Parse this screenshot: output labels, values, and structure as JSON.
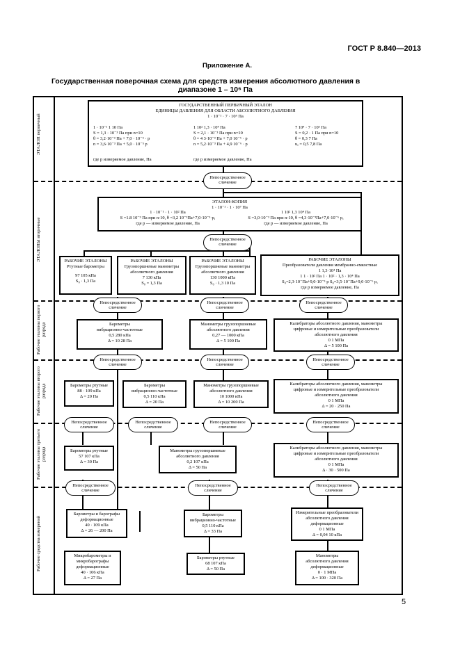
{
  "header": {
    "doc_code": "ГОСТ Р 8.840—2013"
  },
  "appendix": "Приложение А.",
  "title": {
    "line1": "Государственная поверочная схема для средств измерения абсолютного давления в",
    "line2": "диапазоне  1 – 10⁶ Па"
  },
  "side_labels": {
    "primary": "ЭТАЛОН первичный",
    "secondary": "ЭТАЛОНЫ вторичные",
    "rank1": "Рабочие эталоны первого разряда",
    "rank2": "Рабочие эталоны второго разряда",
    "rank3": "Рабочие эталоны третьего разряда",
    "instruments": "Рабочие средства измерений"
  },
  "primary_standard": {
    "title1": "ГОСУДАРСТВЕННЫЙ ПЕРВИЧНЫЙ ЭТАЛОН",
    "title2": "ЕДИНИЦЫ ДАВЛЕНИЯ  ДЛЯ ОБЛАСТИ АБСОЛЮТНОГО  ДАВЛЕНИЯ",
    "range": "1 · 10⁻¹ · 7 · 10⁶ Па",
    "col1": [
      "1 · 10⁻¹  1  10  Па",
      "S = 1,3 · 10⁻³ Па при n=10",
      "θ = 3,2·10⁻³ Па + 7,0 · 10⁻⁵ · p",
      "n = 3,6·10⁻³ Па + 5,0 · 10⁻⁵ p"
    ],
    "col2": [
      "1  10²  1,3 · 10⁴ Па",
      "S = 2,1 · 10⁻³ Па при n=10",
      "θ = 4 3·10⁻³ Па + 7,0  10⁻⁶ · p",
      "n = 5,2·10⁻³ Па + 4,9  10⁻⁶ · p"
    ],
    "col3": [
      "7  10⁴  · 7 · 10⁶ Па",
      "S = 0,2  · 1 Па при n=10",
      "θ = 0,3   7 Па",
      "uₑ = 0,5   7,8 Па"
    ],
    "notes": [
      "где p  измеряемое давление, Па",
      "где p   измеряемое давление, Па"
    ]
  },
  "comparison_label": "Непосредственное сличение",
  "copy_standard": {
    "title": "ЭТАЛОН-КОПИЯ",
    "range": "1 · 10⁻¹ · 1 · 10⁷ Па",
    "left": [
      "1 · 10⁻¹ · 1 · 10² Па",
      "S =1.8 10⁻³ Па при n-10, θ =3,2 10⁻³Па+7,0·10⁻⁵·p,",
      "где p — измеряемое давление, Па"
    ],
    "right": [
      "1  10²  1,3  10⁴ Па",
      "S =3,0·10⁻³ Па при n-10, θ =4,3·10⁻³Па+7,0·10⁻⁶ p,",
      "где p — измеряемое давление, Па"
    ]
  },
  "working_standards": [
    {
      "title": "РАБОЧИЕ ЭТАЛОНЫ",
      "sub": "Ртутные барометры",
      "lines": [
        "97   105  кПа",
        "S₀ · 1,3 Па"
      ]
    },
    {
      "title": "РАБОЧИЕ  ЭТАЛОНЫ",
      "sub": "Грузопоршневые манометры абсолютного давления",
      "lines": [
        "7   130  кПа",
        "S₀ = 1,3 Па"
      ]
    },
    {
      "title": "РАБОЧИЕ ЭТАЛОНЫ",
      "sub": "Грузопоршневые манометры абсолютного давления",
      "lines": [
        "130   1000  кПа",
        "S₀ · 1,3   10  Па"
      ]
    },
    {
      "title": "РАБОЧИЕ  ЭТАЛОНЫ",
      "sub": "Преобразователи давления мембранно-емкостные",
      "lines": [
        "1   1,3·10⁴ Па",
        "1   1 · 10² Па        1 · 10²  · 1,3 · 10⁴ Па",
        "S₀=2,3·10⁻Па+9,0·10⁻⁵ p   S₀=3,5·10⁻Па+9,0·10⁻⁶ p,",
        "где p   измеряемое давление, Па"
      ]
    }
  ],
  "rank1": [
    {
      "lines": [
        "Барометры",
        "вибрационно-частотные",
        "0,5    280  кПа",
        "Δ = 10    28 Па"
      ]
    },
    {
      "lines": [
        "Манометры грузопоршневые",
        "абсолютного давления",
        "0,27  — 1000  кПа",
        "Δ = 5     100 Па"
      ]
    },
    {
      "lines": [
        "Калибраторы абсолютного давления, манометры",
        "цифровые и измерительные преобразователи",
        "абсолютного давления",
        "0    1  МПа",
        "Δ = 5    100 Па"
      ]
    }
  ],
  "rank2": [
    {
      "lines": [
        "Барометры ртутные",
        "88  · 109  кПа",
        "Δ = 20 Па"
      ]
    },
    {
      "lines": [
        "Барометры",
        "вибрационно-частотные",
        "0,5    110  кПа",
        "Δ = 20 Па"
      ]
    },
    {
      "lines": [
        "Манометры грузопоршневые",
        "абсолютного давления",
        "10    1000  кПа",
        "Δ = 10    200 Па"
      ]
    },
    {
      "lines": [
        "Калибраторы абсолютного давления, манометры",
        "цифровые и измерительные преобразователи",
        "абсолютного давления",
        "0    1 МПа",
        "Δ = 20  · 250 Па"
      ]
    }
  ],
  "rank3": [
    {
      "lines": [
        "Барометры ртутные",
        "57    107  кПа",
        "Δ = 30 Па"
      ]
    },
    {
      "lines": [
        "Манометры грузопоршневые",
        "абсолютного давления",
        "0,2    107  кПа",
        "Δ = 50 Па"
      ]
    },
    {
      "lines": [
        "Калибраторы абсолютного давления, манометры",
        "цифровые и измерительные преобразователи",
        "абсолютного давления",
        "0    1  МПа",
        "Δ · 30  · 500 Па"
      ]
    }
  ],
  "instruments_row1": [
    {
      "lines": [
        "Барометры и барографы",
        "деформационные",
        "40  · 109  кПа",
        "Δ = 26 — 200  Па"
      ]
    },
    {
      "lines": [
        "Барометры",
        "вибрационно-частотные",
        "0,5    110  кПа",
        "Δ = 33 Па"
      ]
    },
    {
      "lines": [
        "Измерительные преобразователи",
        "абсолютного давления",
        "деформационные",
        "0   1  МПа",
        "Δ = 0,04    10  кПа"
      ]
    }
  ],
  "instruments_row2": [
    {
      "lines": [
        "Микробарометры и",
        "микробарографы",
        "деформационные",
        "40  · 106  кПа",
        "Δ = 27 Па"
      ]
    },
    {
      "lines": [
        "Барометры ртутные",
        "68     107  кПа",
        "Δ = 50 Па"
      ]
    },
    {
      "lines": [
        "Манометры",
        "абсолютного давления",
        "деформационные",
        "0   · 1  МПа",
        "Δ = 100  · 320 Па"
      ]
    }
  ],
  "page_number": "5"
}
